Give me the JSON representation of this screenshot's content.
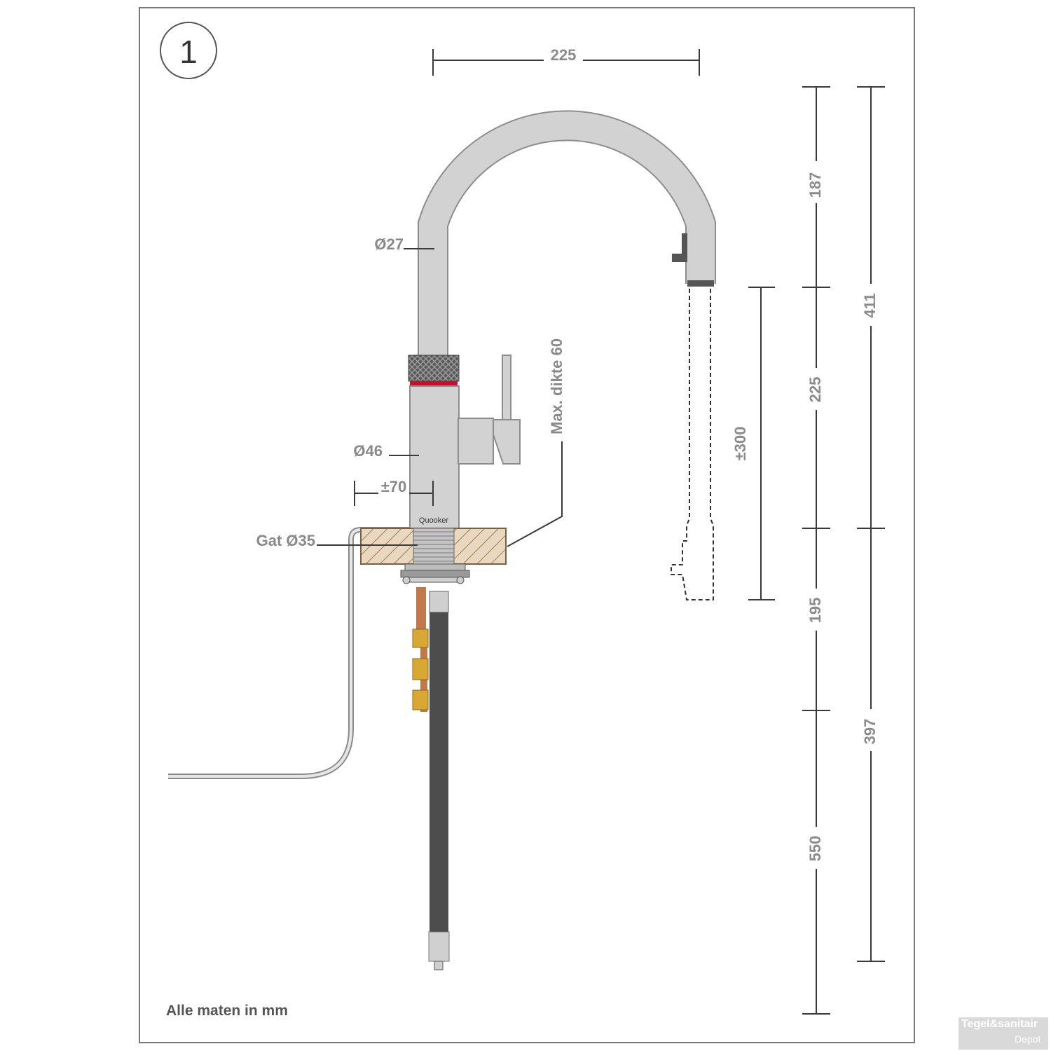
{
  "figure_number": "1",
  "brand_label": "Quooker",
  "labels": {
    "width_spout": "225",
    "dia_pipe": "Ø27",
    "dia_body": "Ø46",
    "offset": "±70",
    "hole": "Gat Ø35",
    "max_thickness": "Max. dikte 60",
    "pull_out": "±300",
    "h187": "187",
    "h225": "225",
    "h195": "195",
    "h550": "550",
    "h411": "411",
    "h397": "397"
  },
  "footer_note": "Alle maten in mm",
  "watermark": {
    "line1": "Tegel&sanitair",
    "line2": "Depot"
  },
  "colors": {
    "tap": "#d2d2d2",
    "hose": "#4d4d4d",
    "wood": "#e8d7c0",
    "brass": "#d9a733",
    "copper": "#c07a4a",
    "red_ring": "#c8102e"
  }
}
